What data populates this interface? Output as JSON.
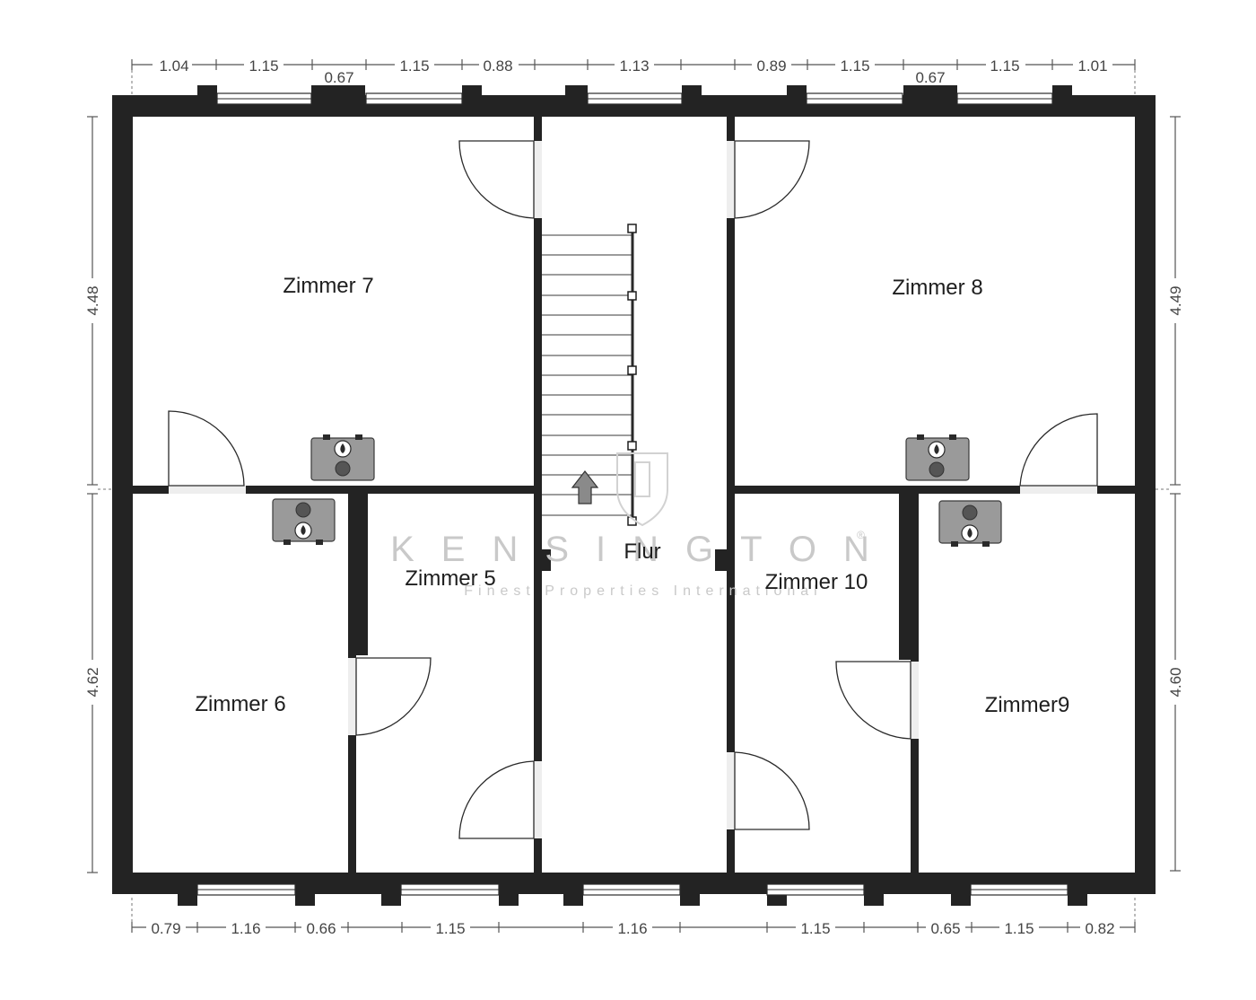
{
  "rooms": {
    "zimmer7": "Zimmer 7",
    "zimmer8": "Zimmer 8",
    "zimmer5": "Zimmer 5",
    "zimmer6": "Zimmer 6",
    "zimmer10": "Zimmer 10",
    "zimmer9": "Zimmer9",
    "flur": "Flur"
  },
  "dimensions": {
    "top": [
      "1.04",
      "1.15",
      "0.67",
      "1.15",
      "0.88",
      "1.13",
      "0.89",
      "1.15",
      "0.67",
      "1.15",
      "1.01"
    ],
    "bottom": [
      "0.79",
      "1.16",
      "0.66",
      "1.15",
      "1.16",
      "1.15",
      "0.65",
      "1.15",
      "0.82"
    ],
    "left": [
      "4.48",
      "4.62"
    ],
    "right": [
      "4.49",
      "4.60"
    ]
  },
  "watermark": {
    "brand": "KENSINGTON",
    "registered": "®",
    "tagline": "Finest Properties International"
  },
  "icons": {
    "radiator": "radiator-icon",
    "flame": "flame-icon",
    "stair_arrow": "arrow-up-icon",
    "logo": "kensington-shield-logo"
  }
}
